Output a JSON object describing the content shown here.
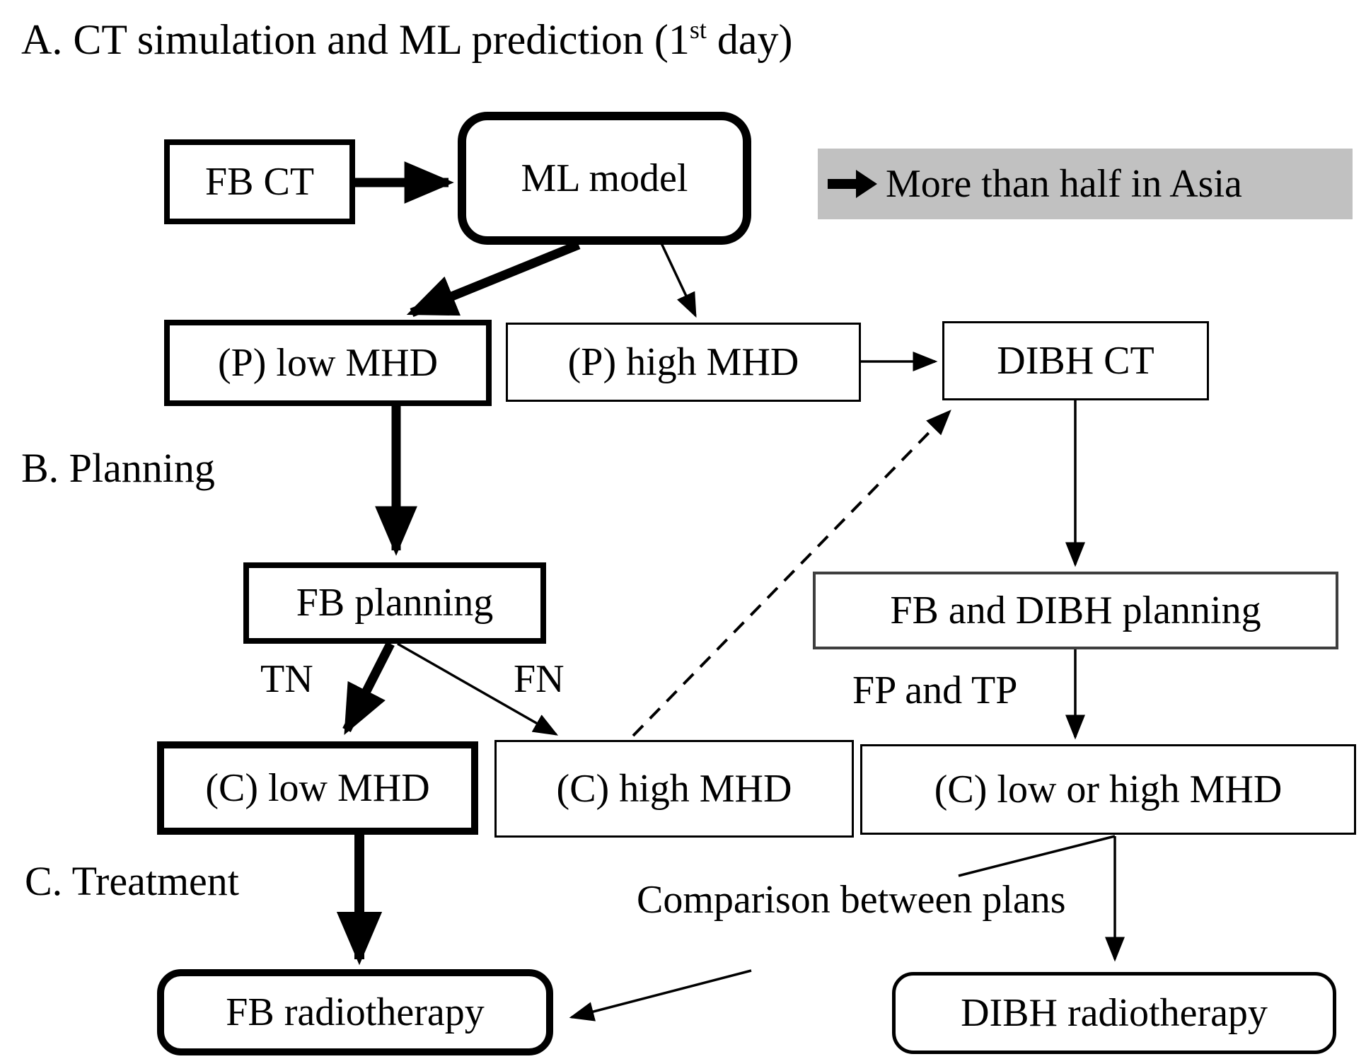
{
  "sections": {
    "a_prefix": "A. CT simulation and ML prediction (1",
    "a_sup": "st",
    "a_suffix": " day)",
    "b": "B. Planning",
    "c": "C. Treatment"
  },
  "nodes": {
    "fb_ct": "FB CT",
    "ml_model": "ML model",
    "p_low": "(P) low MHD",
    "p_high": "(P) high MHD",
    "dibh_ct": "DIBH CT",
    "fb_planning": "FB planning",
    "fb_dibh_planning": "FB and DIBH planning",
    "c_low": "(C) low MHD",
    "c_high": "(C) high MHD",
    "c_low_or_high": "(C) low or high MHD",
    "fb_rt": "FB radiotherapy",
    "dibh_rt": "DIBH radiotherapy"
  },
  "edge_labels": {
    "tn": "TN",
    "fn": "FN",
    "fp_tp": "FP and TP",
    "comparison": "Comparison between plans"
  },
  "legend": {
    "icon": "right-arrow",
    "text": "More than half in Asia"
  },
  "colors": {
    "line": "#000000",
    "legend_bg": "#c1c1c1",
    "box_bg": "#ffffff",
    "thin_border_alt": "#3f3f3f"
  }
}
